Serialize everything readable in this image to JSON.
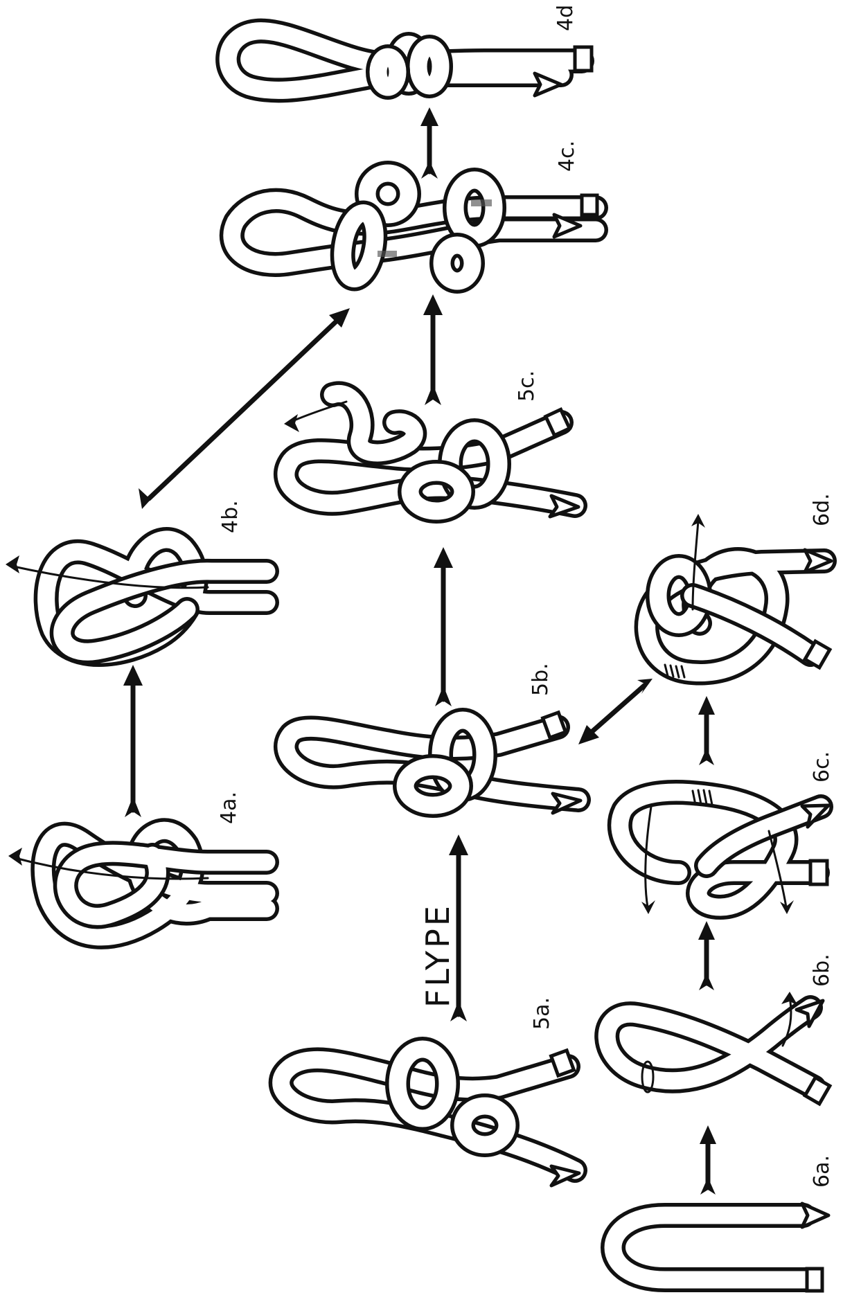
{
  "steps": {
    "s4a": "4a.",
    "s4b": "4b.",
    "s4c": "4c.",
    "s4d": "4d",
    "s5a": "5a.",
    "s5b": "5b.",
    "s5c": "5c.",
    "s6a": "6a.",
    "s6b": "6b.",
    "s6c": "6c.",
    "s6d": "6d."
  },
  "flype_label": "FLYPE"
}
